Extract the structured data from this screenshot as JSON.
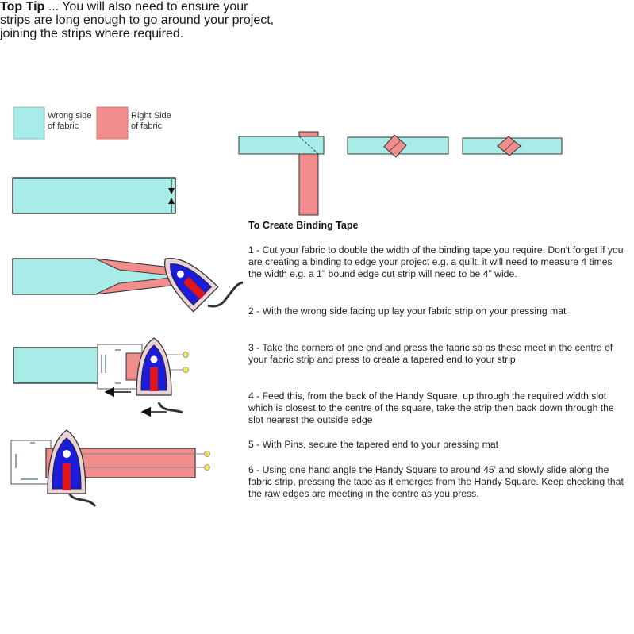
{
  "legend": {
    "wrong_side": "Wrong side\nof fabric",
    "right_side": "Right Side\nof fabric"
  },
  "colors": {
    "wrong_side": "#a8ece8",
    "right_side": "#f08e8e",
    "iron_shell": "#e9d2d9",
    "iron_sole": "#1b1bdc",
    "iron_handle": "#e01515",
    "outline": "#333333"
  },
  "tip": {
    "label": "Top Tip",
    "text": " ... You will also need to ensure your strips are long enough to go around your project, joining the strips where required."
  },
  "heading": "To Create Binding Tape",
  "steps": [
    "1 - Cut your fabric to double the width of the binding tape you require. Don't forget if you are creating a binding to edge your project e.g. a quilt, it will need to measure 4 times the width e.g. a 1\" bound edge cut strip will need to be 4\" wide.",
    "2 - With the wrong side facing up lay your fabric strip on your pressing mat",
    "3 -  Take the corners of one end and press the fabric so as these meet in the centre of your fabric strip and press to create a tapered end to your strip",
    "4 - Feed this, from the back of the Handy Square, up through the required width slot which is closest to the centre of the square, take the strip then back down through the slot nearest the outside edge",
    "5 - With Pins, secure the tapered end to your pressing mat",
    "6 - Using one hand angle the Handy Square to around 45' and slowly slide along the fabric strip, pressing the tape as it emerges from the Handy Square.  Keep checking that the raw edges are meeting in the centre as you press."
  ]
}
